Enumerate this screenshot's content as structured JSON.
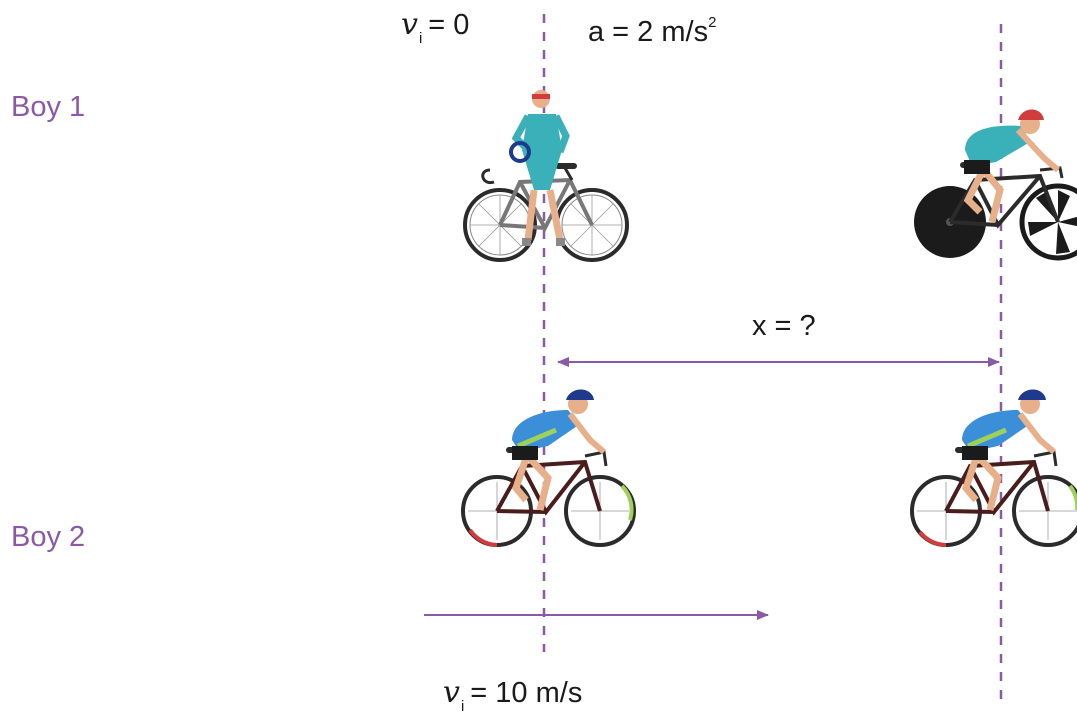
{
  "labels": {
    "boy1": "Boy 1",
    "boy2": "Boy 2",
    "top_vi_symbol": "v",
    "top_vi_sub": "i",
    "top_vi_value": "= 0",
    "accel_text": "a = 2 m/s",
    "accel_exp": "2",
    "distance": "x = ?",
    "bottom_vi_symbol": "v",
    "bottom_vi_sub": "i",
    "bottom_vi_value": "= 10 m/s"
  },
  "colors": {
    "accent": "#8a5aa8",
    "text": "#1a1a1a",
    "jersey_teal": "#3ab0b8",
    "jersey_blue": "#3a8fd8",
    "jersey_green": "#9ed15a",
    "helmet_red": "#d23c3c",
    "helmet_navy": "#1f3a8c",
    "bike_dark": "#2b2b2b"
  },
  "icons": [
    "standing-cyclist-icon",
    "racing-cyclist-icon",
    "road-cyclist-icon"
  ]
}
